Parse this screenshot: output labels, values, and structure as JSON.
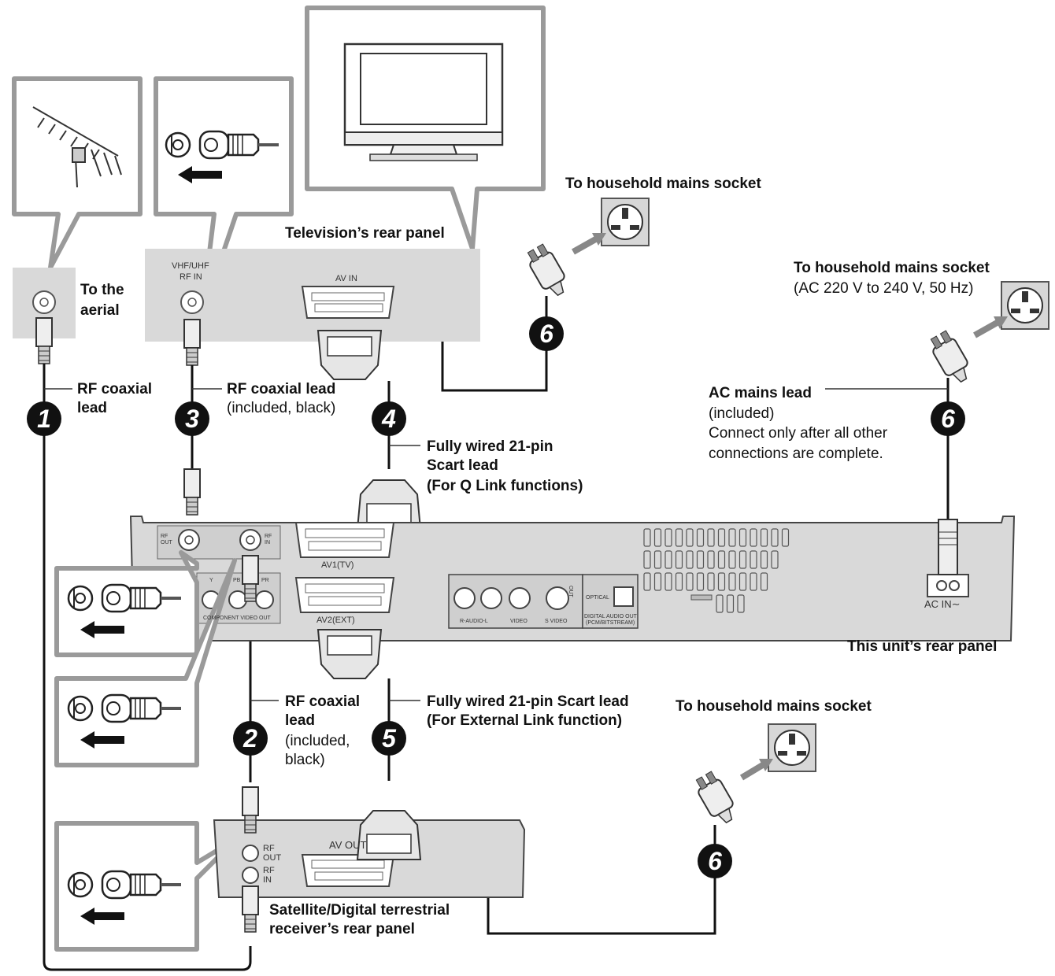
{
  "labels": {
    "to_aerial": "To the aerial",
    "tv_rear_panel": "Television’s rear panel",
    "mains_socket_top": "To household mains socket",
    "mains_socket_right": "To household mains socket",
    "mains_socket_right_spec": "(AC 220 V to 240 V, 50 Hz)",
    "mains_socket_bottom": "To household mains socket",
    "rf_lead_1": "RF coaxial lead",
    "rf_lead_3": "RF coaxial lead",
    "rf_lead_3_note": "(included, black)",
    "scart_4_line1": "Fully wired 21-pin",
    "scart_4_line2": "Scart lead",
    "scart_4_line3": "(For Q Link functions)",
    "ac_lead": "AC mains lead",
    "ac_lead_note1": "(included)",
    "ac_lead_note2": "Connect only after all other",
    "ac_lead_note3": "connections are complete.",
    "unit_rear_panel": "This unit’s rear panel",
    "rf_lead_2_line1": "RF coaxial",
    "rf_lead_2_line2": "lead",
    "rf_lead_2_note1": "(included,",
    "rf_lead_2_note2": "black)",
    "scart_5_line1": "Fully wired 21-pin Scart lead",
    "scart_5_line2": "(For External Link function)",
    "receiver_line1": "Satellite/Digital terrestrial",
    "receiver_line2": "receiver’s rear panel"
  },
  "panel_text": {
    "vhf_uhf": "VHF/UHF",
    "rf_in": "RF IN",
    "av_in": "AV IN",
    "unit_rf_out": "RF OUT",
    "unit_rf_in": "RF IN",
    "av1": "AV1(TV)",
    "av2": "AV2(EXT)",
    "component": "COMPONENT VIDEO OUT",
    "comp_y": "Y",
    "comp_pb": "PB",
    "comp_pr": "PR",
    "r_audio_l": "R-AUDIO-L",
    "video": "VIDEO",
    "s_video": "S VIDEO",
    "out": "OUT",
    "optical": "OPTICAL",
    "digital_audio": "DIGITAL AUDIO OUT",
    "pcm_bitstream": "(PCM/BITSTREAM)",
    "ac_in": "AC IN∼",
    "recv_rf_out": "RF OUT",
    "recv_rf_in": "RF IN",
    "av_out": "AV OUT"
  },
  "steps": [
    "1",
    "2",
    "3",
    "4",
    "5",
    "6",
    "6",
    "6"
  ],
  "colors": {
    "panel": "#d9d9d9",
    "panel_dark": "#bdbdbd",
    "ink": "#111111",
    "callout_border": "#9a9a9a"
  }
}
